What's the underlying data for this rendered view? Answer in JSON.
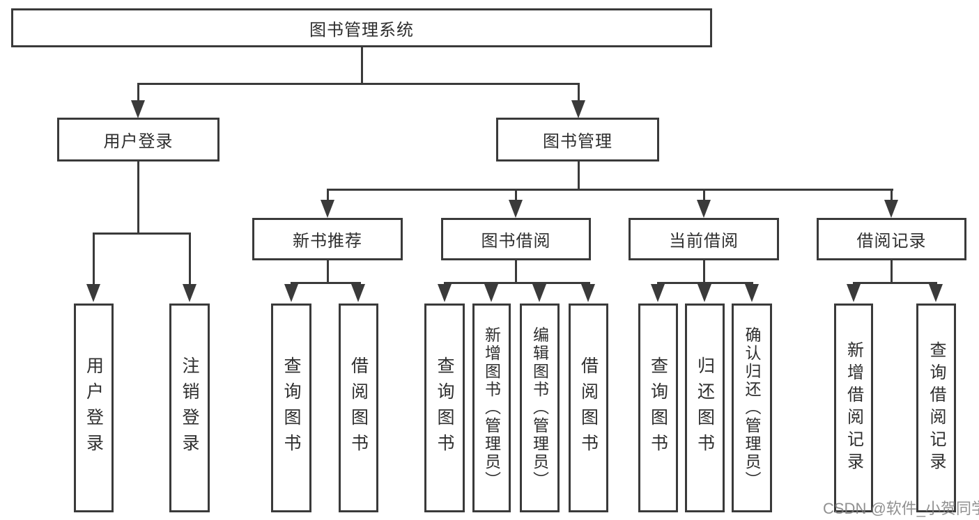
{
  "diagram": {
    "root": {
      "label": "图书管理系统"
    },
    "level2": [
      {
        "label": "用户登录"
      },
      {
        "label": "图书管理"
      }
    ],
    "level3": [
      {
        "label": "新书推荐"
      },
      {
        "label": "图书借阅"
      },
      {
        "label": "当前借阅"
      },
      {
        "label": "借阅记录"
      }
    ],
    "leaves": [
      {
        "parent_label": "用户登录",
        "items": [
          "用户登录",
          "注销登录"
        ]
      },
      {
        "parent_label": "新书推荐",
        "items": [
          "查询图书",
          "借阅图书"
        ]
      },
      {
        "parent_label": "图书借阅",
        "items": [
          "查询图书",
          "新增图书（管理员）",
          "编辑图书（管理员）",
          "借阅图书"
        ]
      },
      {
        "parent_label": "当前借阅",
        "items": [
          "查询图书",
          "归还图书",
          "确认归还（管理员）"
        ]
      },
      {
        "parent_label": "借阅记录",
        "items": [
          "新增借阅记录",
          "查询借阅记录"
        ]
      }
    ],
    "watermark": "CSDN @软件_小贺同学",
    "colors": {
      "line": "#3a3a3a",
      "text": "#2e2e2e",
      "box_background": "#ffffff",
      "watermark": "#7d7d7d"
    }
  }
}
